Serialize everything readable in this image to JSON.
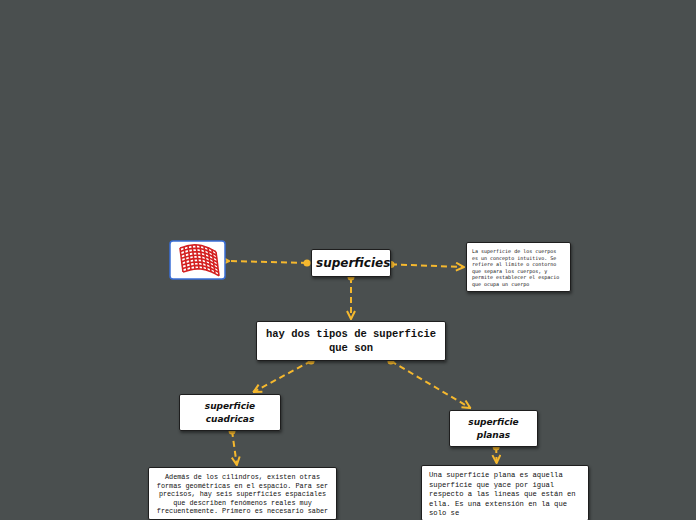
{
  "diagram": {
    "nodes": [
      {
        "text": [
          "superficies"
        ]
      },
      {
        "text": [
          "La superficie de los cuerpos es un concepto intuitivo. Se refiere al límite o contorno que separa los cuerpos, y permite establecer el espacio que ocupa un cuerpo"
        ]
      },
      {
        "text": [
          "hay dos tipos de superficie que son"
        ]
      },
      {
        "text": [
          "superficie cuadricas"
        ]
      },
      {
        "text": [
          "superficie planas"
        ]
      },
      {
        "text": [
          "Además de los cilindros, existen otras formas geométricas en el espacio. Para ser precisos, hay seis superficies espaciales que describen fenómenos reales muy frecuentemente. Primero es necesario saber"
        ]
      },
      {
        "text": [
          "Una superficie plana es aquella superficie que yace por igual respecto a las líneas que están en ella. Es una extensión en la que solo se"
        ]
      }
    ],
    "edges": [
      {
        "from": 0,
        "to": 1,
        "arrow": "to"
      },
      {
        "from": 0,
        "to": 2,
        "arrow": "to"
      },
      {
        "from": 2,
        "to": 3,
        "arrow": "to"
      },
      {
        "from": 2,
        "to": 4,
        "arrow": "to"
      },
      {
        "from": 3,
        "to": 5,
        "arrow": "to"
      },
      {
        "from": 4,
        "to": 6,
        "arrow": "to"
      }
    ]
  }
}
